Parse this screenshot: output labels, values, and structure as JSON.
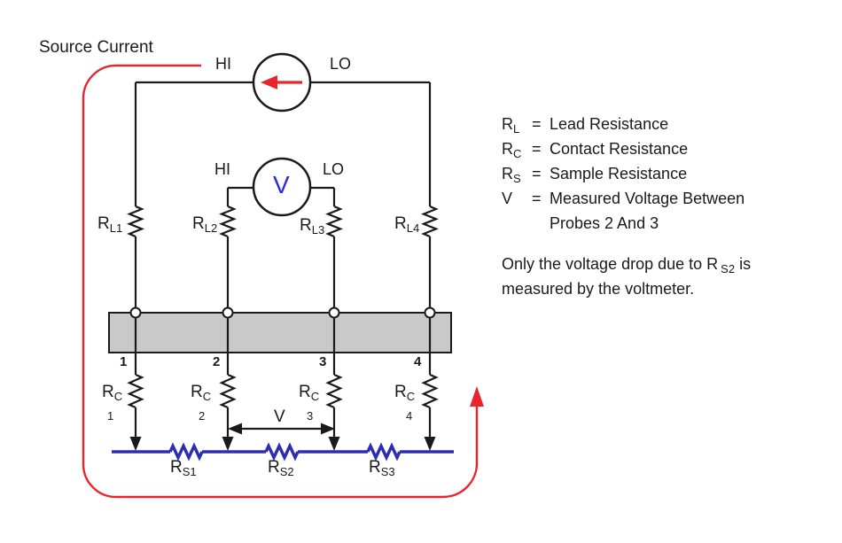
{
  "diagram": {
    "source_current_label": "Source Current",
    "current_source": {
      "hi": "HI",
      "lo": "LO"
    },
    "voltmeter": {
      "hi": "HI",
      "lo": "LO",
      "symbol": "V"
    },
    "lead_resistors": [
      {
        "base": "R",
        "sub": "L1"
      },
      {
        "base": "R",
        "sub": "L2"
      },
      {
        "base": "R",
        "sub": "L3"
      },
      {
        "base": "R",
        "sub": "L4"
      }
    ],
    "probe_numbers": [
      "1",
      "2",
      "3",
      "4"
    ],
    "contact_resistors": [
      {
        "base": "R",
        "sub": "C",
        "num": "1"
      },
      {
        "base": "R",
        "sub": "C",
        "num": "2"
      },
      {
        "base": "R",
        "sub": "C",
        "num": "3"
      },
      {
        "base": "R",
        "sub": "C",
        "num": "4"
      }
    ],
    "voltage_arrow_label": "V",
    "sample_resistors": [
      {
        "base": "R",
        "sub": "S1"
      },
      {
        "base": "R",
        "sub": "S2"
      },
      {
        "base": "R",
        "sub": "S3"
      }
    ]
  },
  "legend": {
    "items": [
      {
        "base": "R",
        "sub": "L",
        "eq": "=",
        "text": "Lead Resistance"
      },
      {
        "base": "R",
        "sub": "C",
        "eq": "=",
        "text": "Contact Resistance"
      },
      {
        "base": "R",
        "sub": "S",
        "eq": "=",
        "text": "Sample Resistance"
      },
      {
        "base": "V",
        "sub": "",
        "eq": "=",
        "text": "Measured Voltage Between",
        "text2": "Probes 2 And 3"
      }
    ]
  },
  "note": {
    "part1": "Only the voltage drop due to R",
    "sub": "S2",
    "part2": " is",
    "line2": "measured by the voltmeter."
  },
  "colors": {
    "wire": "#1a1a1a",
    "current_loop_red": "#e8242c",
    "sample_blue": "#2d2db2",
    "meter_blue": "#2929e0",
    "probe_bar_fill": "#c9c9c9"
  }
}
